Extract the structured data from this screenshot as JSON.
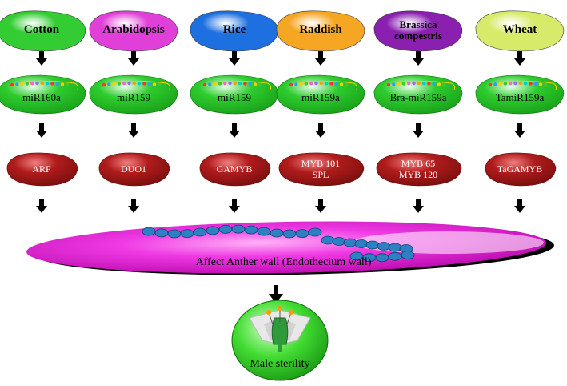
{
  "columns": [
    {
      "species": "Cotton",
      "mirna": "miR160a",
      "target": "ARF"
    },
    {
      "species": "Arabidopsis",
      "mirna": "miR159",
      "target": "DUO1"
    },
    {
      "species": "Rice",
      "mirna": "miR159",
      "target": "GAMYB"
    },
    {
      "species": "Raddish",
      "mirna": "miR159a",
      "target": "MYB 101\nSPL"
    },
    {
      "species": "Brassica\ncompestris",
      "mirna": "Bra-miR159a",
      "target": "MYB 65\nMYB 120"
    },
    {
      "species": "Wheat",
      "mirna": "TamiR159a",
      "target": "TaGAMYB"
    }
  ],
  "species_colors": [
    "#33cc33",
    "#e040d8",
    "#1e6fe0",
    "#f5a623",
    "#8a1fb0",
    "#d8ea6a"
  ],
  "mirna_color": "#2ecc2e",
  "target_color": "#b01c1c",
  "anther_wall": {
    "label": "Affect Anther wall (Endothecium wall)",
    "color": "#e820d8"
  },
  "outcome": {
    "label": "Male sterility",
    "color": "#33cc33"
  }
}
